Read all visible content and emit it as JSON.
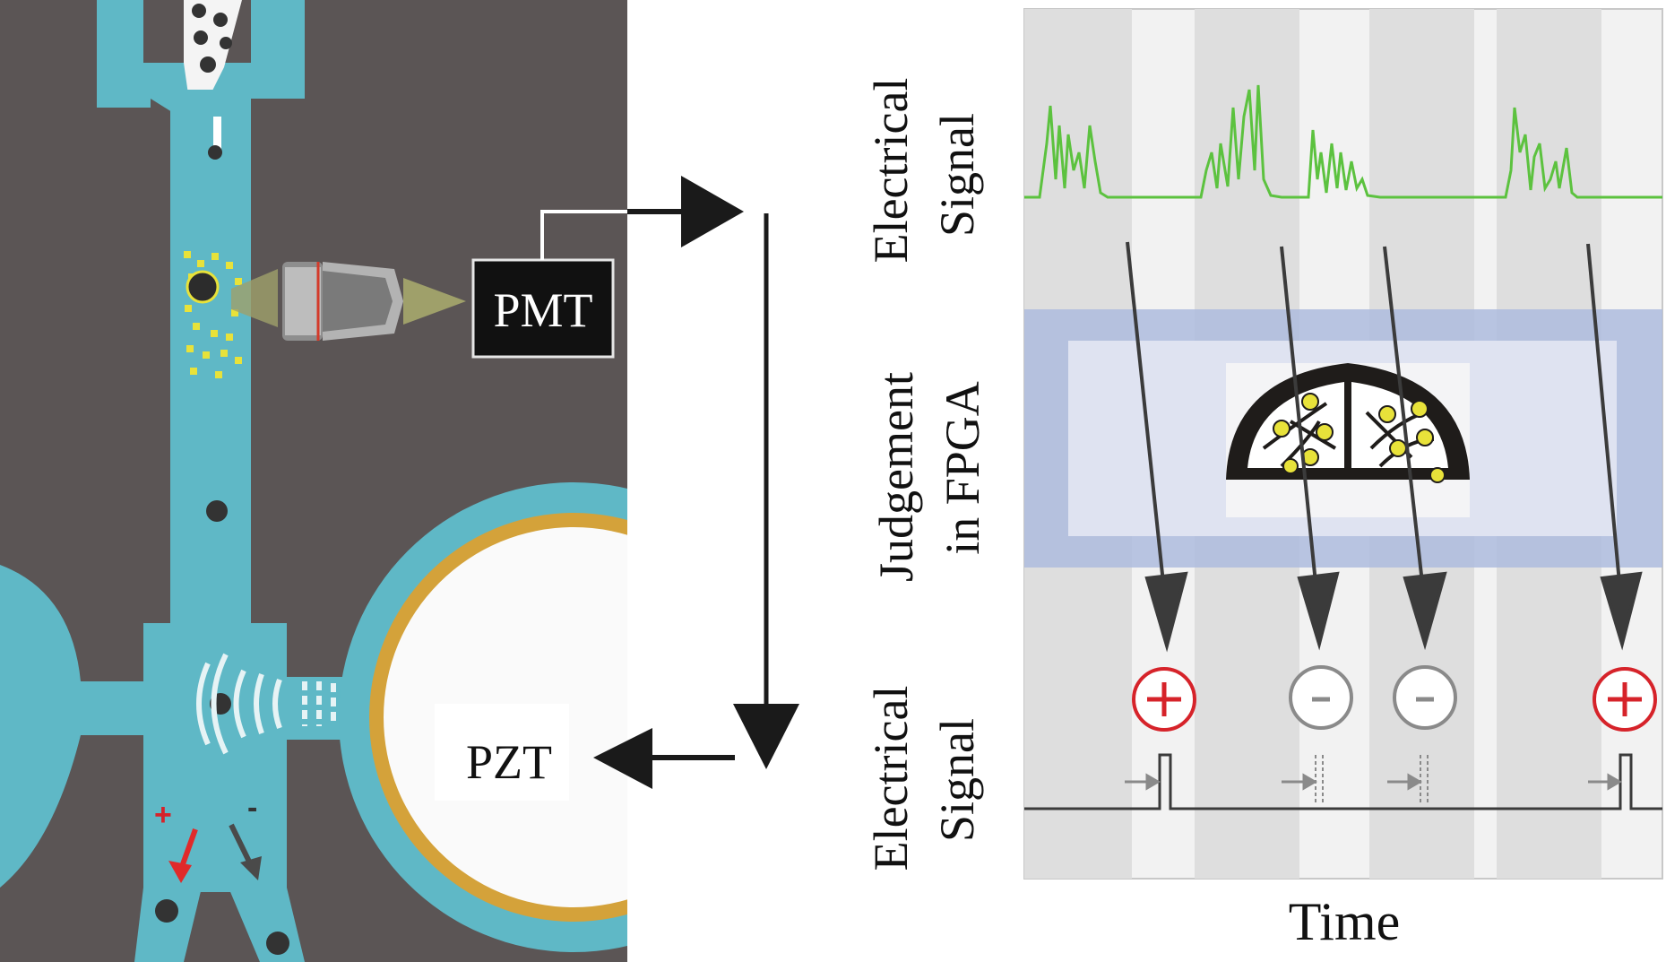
{
  "labels": {
    "pmt": "PMT",
    "pzt": "PZT",
    "electrical_signal_top_line1": "Electrical",
    "electrical_signal_top_line2": "Signal",
    "judgement_line1": "Judgement",
    "judgement_line2": "in FPGA",
    "electrical_signal_bottom_line1": "Electrical",
    "electrical_signal_bottom_line2": "Signal",
    "time": "Time"
  },
  "sort_marks": {
    "plus": "+",
    "minus": "-"
  },
  "decisions": [
    "+",
    "-",
    "-",
    "+"
  ],
  "colors": {
    "chip_background": "#5b5555",
    "channel": "#5fb8c6",
    "gold_ring": "#d4a23a",
    "signal_green": "#5cc23f",
    "accept_red": "#d6232a",
    "reject_gray": "#8a8a8a",
    "fpga_band": "#aebcde",
    "stripe_dark": "#dedede",
    "stripe_light": "#f2f2f2"
  },
  "icons": {
    "objective": "microscope-objective-icon",
    "fpga_chip": "fpga-brain-icon",
    "ultrasound": "acoustic-wave-icon"
  }
}
